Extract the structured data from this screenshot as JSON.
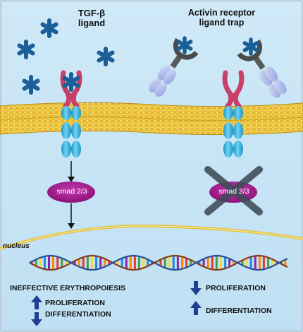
{
  "labels": {
    "ligand_title_line1": "TGF-β",
    "ligand_title_line2": "ligand",
    "trap_title_line1": "Activin receptor",
    "trap_title_line2": "ligand trap",
    "nucleus": "nucleus"
  },
  "smad": {
    "left": "smad 2/3",
    "right": "smad 2/3"
  },
  "outcomes": {
    "left": {
      "heading": "INEFFECTIVE ERYTHROPOIESIS",
      "line1": "PROLIFERATION",
      "line1_direction": "up",
      "line2": "DIFFERENTIATION",
      "line2_direction": "down"
    },
    "right": {
      "line1": "PROLIFERATION",
      "line1_direction": "down",
      "line2": "DIFFERENTIATION",
      "line2_direction": "up"
    }
  },
  "colors": {
    "background": "#c9e6f6",
    "ligand": "#1b5f99",
    "receptor_head": "#c8406a",
    "receptor_body": "#2bb3e0",
    "smad": "#a0178c",
    "membrane": "#e8b823",
    "trap_grey": "#555555",
    "trap_lavender": "#a8b6e8",
    "cross": "#3e4b56",
    "arrow_blue": "#1f3e8f"
  }
}
